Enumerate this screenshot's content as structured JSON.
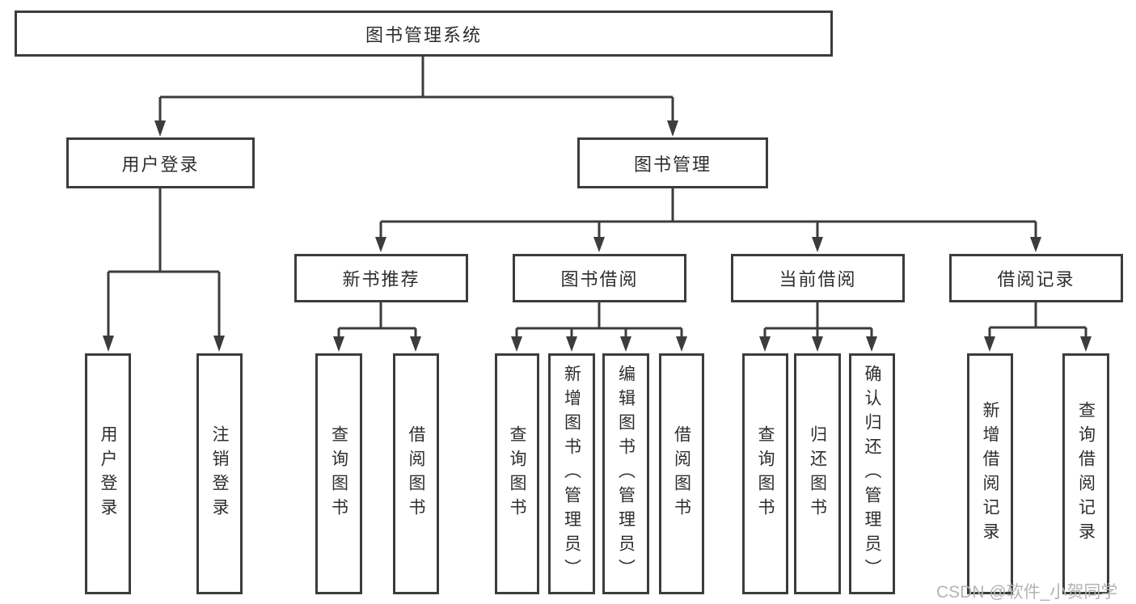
{
  "nodes": {
    "root": {
      "label": "图书管理系统"
    },
    "level2": [
      {
        "label": "用户登录"
      },
      {
        "label": "图书管理"
      }
    ],
    "level3": [
      {
        "label": "新书推荐",
        "parent": "图书管理"
      },
      {
        "label": "图书借阅",
        "parent": "图书管理"
      },
      {
        "label": "当前借阅",
        "parent": "图书管理"
      },
      {
        "label": "借阅记录",
        "parent": "图书管理"
      }
    ],
    "leaves": [
      {
        "label": "用户登录",
        "parent": "用户登录"
      },
      {
        "label": "注销登录",
        "parent": "用户登录"
      },
      {
        "label": "查询图书",
        "parent": "新书推荐"
      },
      {
        "label": "借阅图书",
        "parent": "新书推荐"
      },
      {
        "label": "查询图书",
        "parent": "图书借阅"
      },
      {
        "label": "新增图书（管理员）",
        "parent": "图书借阅"
      },
      {
        "label": "编辑图书（管理员）",
        "parent": "图书借阅"
      },
      {
        "label": "借阅图书",
        "parent": "图书借阅"
      },
      {
        "label": "查询图书",
        "parent": "当前借阅"
      },
      {
        "label": "归还图书",
        "parent": "当前借阅"
      },
      {
        "label": "确认归还（管理员）",
        "parent": "当前借阅"
      },
      {
        "label": "新增借阅记录",
        "parent": "借阅记录"
      },
      {
        "label": "查询借阅记录",
        "parent": "借阅记录"
      }
    ]
  },
  "watermark": "CSDN @软件_小贺同学",
  "colors": {
    "line": "#3c3c3c",
    "text": "#2e2e2e",
    "watermark": "#b3b3b3",
    "background": "#ffffff"
  }
}
